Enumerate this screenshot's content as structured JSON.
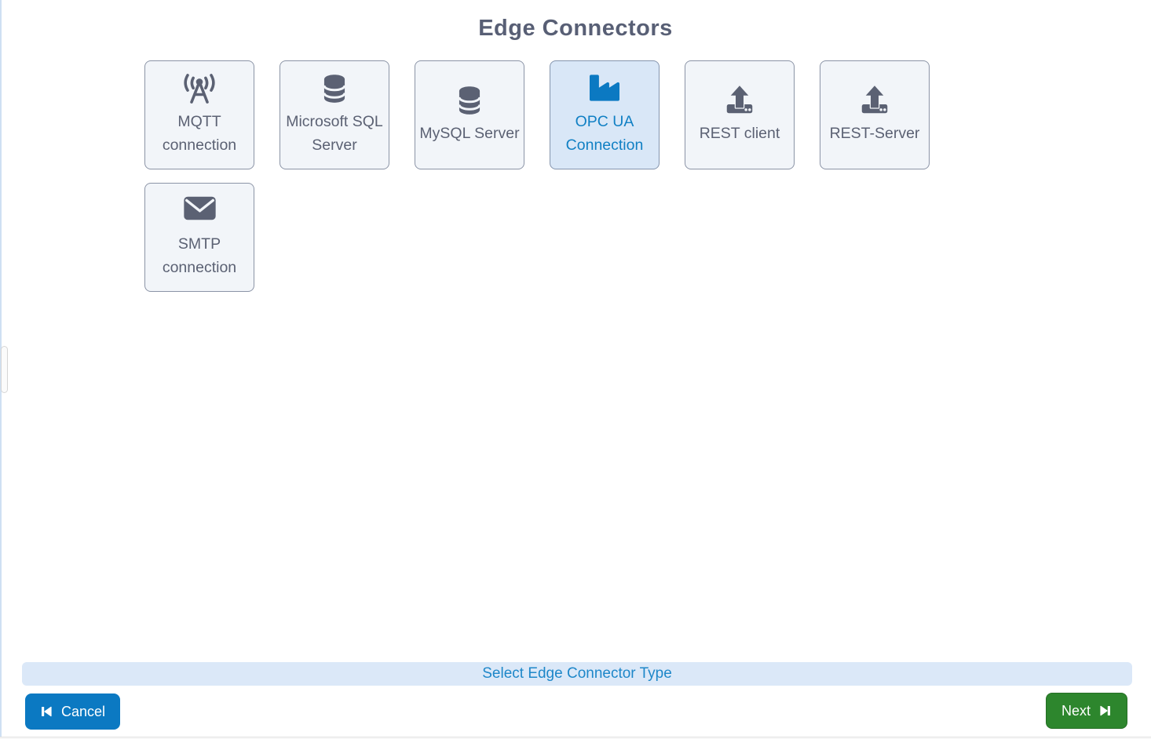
{
  "page": {
    "title": "Edge Connectors",
    "status_text": "Select Edge Connector Type"
  },
  "connectors": {
    "items": [
      {
        "label": "MQTT connection",
        "icon": "broadcast-tower-icon",
        "selected": false
      },
      {
        "label": "Microsoft SQL Server",
        "icon": "database-icon",
        "selected": false
      },
      {
        "label": "MySQL Server",
        "icon": "database-icon",
        "selected": false
      },
      {
        "label": "OPC UA Connection",
        "icon": "industry-icon",
        "selected": true
      },
      {
        "label": "REST client",
        "icon": "upload-icon",
        "selected": false
      },
      {
        "label": "REST-Server",
        "icon": "upload-icon",
        "selected": false
      },
      {
        "label": "SMTP connection",
        "icon": "envelope-icon",
        "selected": false
      }
    ]
  },
  "buttons": {
    "cancel_label": "Cancel",
    "next_label": "Next"
  },
  "colors": {
    "slate_text": "#5b6173",
    "card_bg": "#f2f5f9",
    "card_border": "#8b94a6",
    "selected_bg": "#d9e7f7",
    "selected_text": "#1180c4",
    "accent_blue": "#0b79c2",
    "status_bg": "#dbe8f8",
    "status_text_color": "#1e87c9",
    "next_green": "#2d862d"
  }
}
